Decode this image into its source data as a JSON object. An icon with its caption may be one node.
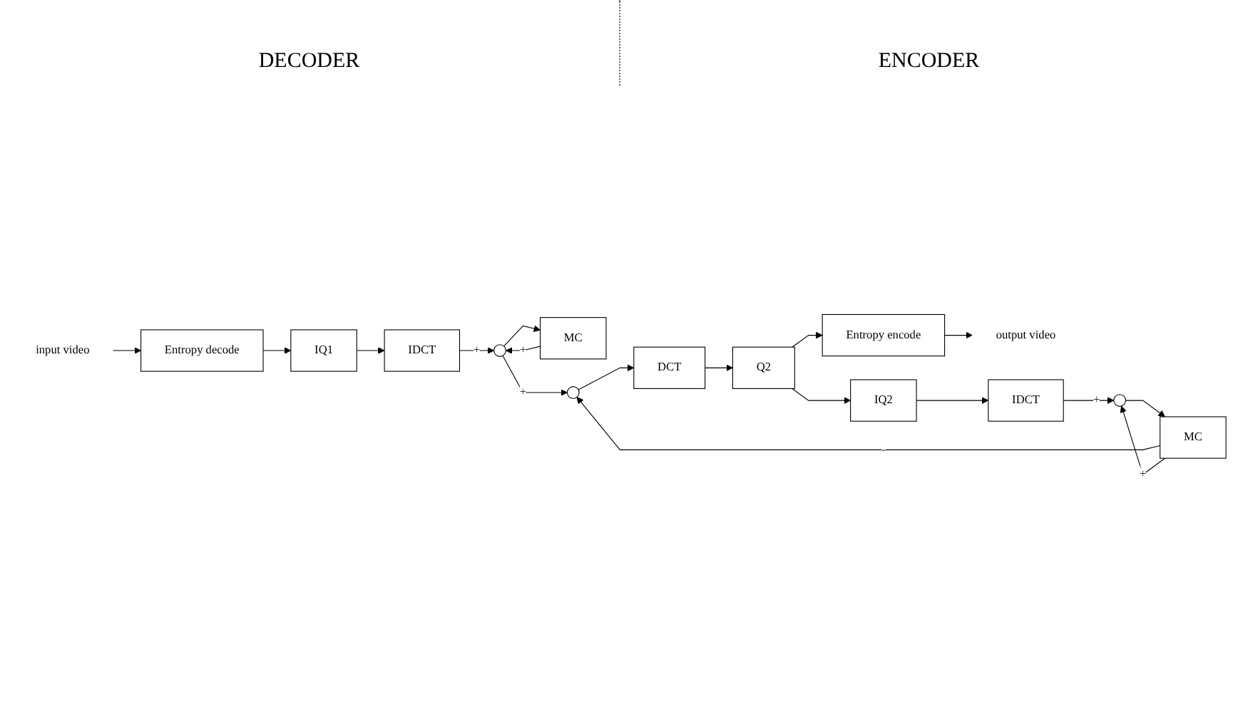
{
  "diagram": {
    "nodes": [
      {
        "text": [
          "input video"
        ]
      },
      {
        "text": [
          "Entropy decode"
        ]
      },
      {
        "text": [
          "IQ1"
        ]
      },
      {
        "text": [
          "IDCT"
        ]
      },
      {
        "text": [],
        "shape": "circle"
      },
      {
        "text": [
          "MC"
        ]
      },
      {
        "text": [],
        "shape": "circle"
      },
      {
        "text": [
          "DCT"
        ]
      },
      {
        "text": [
          "Q2"
        ]
      },
      {
        "text": [
          "Entropy encode"
        ]
      },
      {
        "text": [
          "output video"
        ]
      },
      {
        "text": [
          "IQ2"
        ]
      },
      {
        "text": [
          "IDCT"
        ]
      },
      {
        "text": [],
        "shape": "circle"
      },
      {
        "text": [
          "MC"
        ]
      }
    ],
    "edges": [
      {
        "from": 0,
        "to": 1,
        "arrow": "to"
      },
      {
        "from": 1,
        "to": 2,
        "arrow": "to"
      },
      {
        "from": 2,
        "to": 3,
        "arrow": "to"
      },
      {
        "from": 3,
        "to": 4,
        "arrow": "to",
        "label": "+"
      },
      {
        "from": 5,
        "to": 4,
        "arrow": "to",
        "label": "+"
      },
      {
        "from": 4,
        "to": 5,
        "arrow": "to"
      },
      {
        "from": 4,
        "to": 6,
        "arrow": "to",
        "label": "+"
      },
      {
        "from": 6,
        "to": 7,
        "arrow": "to"
      },
      {
        "from": 7,
        "to": 8,
        "arrow": "to"
      },
      {
        "from": 8,
        "to": 9,
        "arrow": "to"
      },
      {
        "from": 9,
        "to": 10,
        "arrow": "to"
      },
      {
        "from": 8,
        "to": 11,
        "arrow": "to"
      },
      {
        "from": 11,
        "to": 12,
        "arrow": "to"
      },
      {
        "from": 12,
        "to": 13,
        "arrow": "to",
        "label": "+"
      },
      {
        "from": 14,
        "to": 6,
        "arrow": "to",
        "label": "-"
      },
      {
        "from": 14,
        "to": 13,
        "arrow": "to",
        "label": "+"
      },
      {
        "from": 13,
        "to": 14,
        "arrow": "to"
      }
    ],
    "labels": [
      "DECODER",
      "ENCODER"
    ]
  }
}
